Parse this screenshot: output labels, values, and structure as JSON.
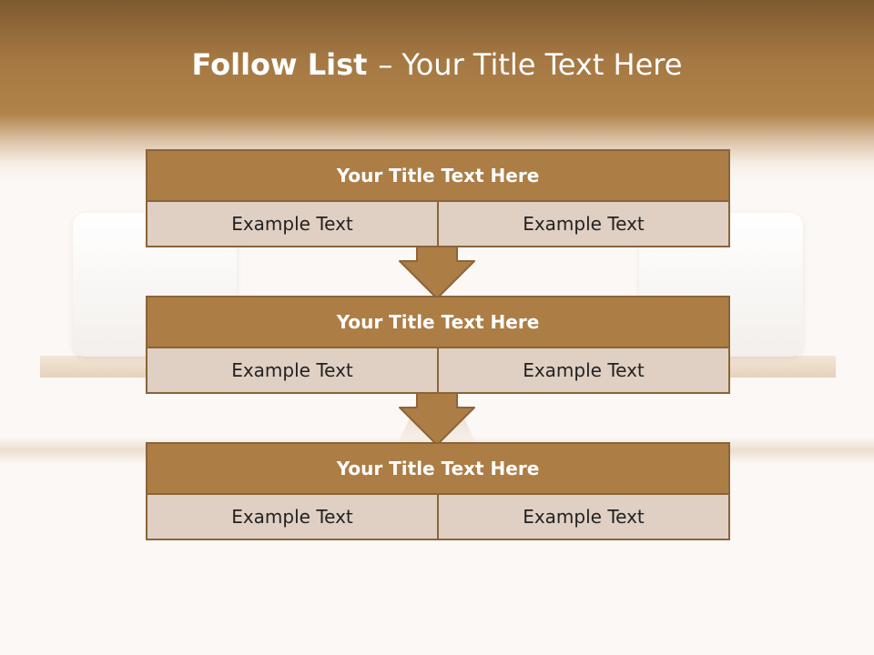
{
  "slide": {
    "title_bold": "Follow List",
    "title_dash": "–",
    "title_rest": "Your Title Text Here"
  },
  "flow": {
    "blocks": [
      {
        "title": "Your Title Text Here",
        "left": "Example Text",
        "right": "Example Text"
      },
      {
        "title": "Your Title Text Here",
        "left": "Example Text",
        "right": "Example Text"
      },
      {
        "title": "Your Title Text Here",
        "left": "Example Text",
        "right": "Example Text"
      }
    ]
  },
  "colors": {
    "header_brown": "#a57843",
    "block_title_fill": "#ad7d46",
    "block_border": "#8b6438",
    "cell_fill": "#e0d0c3",
    "page_background": "#fcf8f5"
  }
}
